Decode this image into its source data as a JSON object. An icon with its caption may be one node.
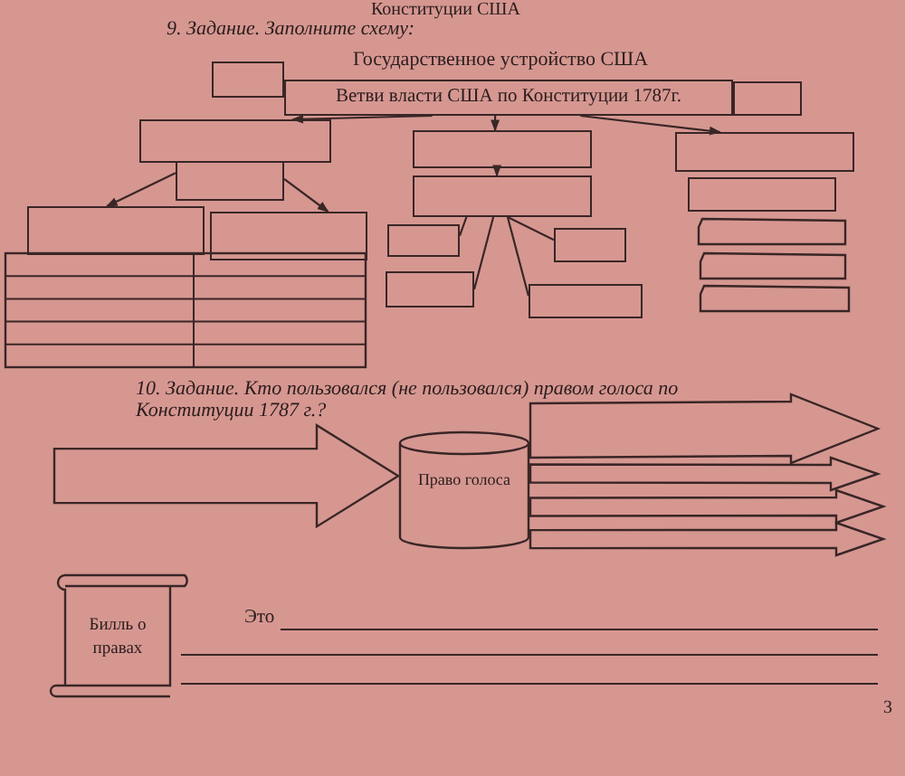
{
  "diagram": {
    "title": "Государственное устройство США",
    "nodes": [
      {
        "text": [
          "Ветви власти США по Конституции 1787г."
        ]
      },
      {
        "text": [],
        "shape": "box"
      },
      {
        "text": [],
        "shape": "box"
      },
      {
        "text": [],
        "shape": "box"
      },
      {
        "text": [],
        "shape": "box"
      },
      {
        "text": [],
        "shape": "box"
      },
      {
        "text": [],
        "shape": "box"
      },
      {
        "text": [],
        "shape": "box"
      },
      {
        "text": [],
        "shape": "box"
      },
      {
        "text": [],
        "shape": "box"
      },
      {
        "text": [],
        "shape": "box"
      },
      {
        "text": [],
        "shape": "box"
      },
      {
        "text": [],
        "shape": "box"
      },
      {
        "text": [],
        "shape": "box"
      },
      {
        "text": [],
        "shape": "box"
      },
      {
        "text": [],
        "shape": "box"
      },
      {
        "text": [],
        "shape": "box"
      },
      {
        "text": [],
        "shape": "box"
      },
      {
        "text": [
          "Право голоса"
        ]
      },
      {
        "text": [
          "Билль о правах"
        ]
      }
    ],
    "edges": [
      {
        "from": 0,
        "to": 3,
        "arrow": "to"
      },
      {
        "from": 0,
        "to": 7,
        "arrow": "to"
      },
      {
        "from": 0,
        "to": 13,
        "arrow": "to"
      },
      {
        "from": 7,
        "to": 8,
        "arrow": "to"
      },
      {
        "from": 4,
        "to": 5,
        "arrow": "to"
      },
      {
        "from": 4,
        "to": 6,
        "arrow": "to"
      },
      {
        "from": 8,
        "to": 9,
        "arrow": "none"
      },
      {
        "from": 8,
        "to": 10,
        "arrow": "none"
      },
      {
        "from": 8,
        "to": 11,
        "arrow": "none"
      },
      {
        "from": 8,
        "to": 12,
        "arrow": "none"
      },
      {
        "from": null,
        "to": 18,
        "arrow": "to",
        "style": "thick"
      },
      {
        "from": 18,
        "to": null,
        "arrow": "to",
        "style": "thick"
      },
      {
        "from": 18,
        "to": null,
        "arrow": "to",
        "style": "thick"
      },
      {
        "from": 18,
        "to": null,
        "arrow": "to",
        "style": "thick"
      },
      {
        "from": 18,
        "to": null,
        "arrow": "to",
        "style": "thick"
      }
    ],
    "labels": [
      "Конституции США",
      "9. Задание. Заполните схему:",
      "10. Задание. Кто пользовался  (не пользовался) правом голоса по Конституции 1787 г.?",
      "Это",
      "3"
    ]
  }
}
